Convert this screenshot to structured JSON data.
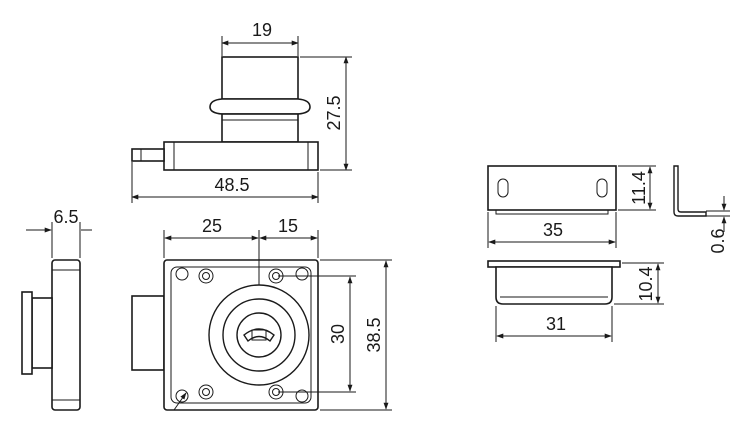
{
  "dimensions": {
    "top_width": "19",
    "top_height": "27.5",
    "top_length": "48.5",
    "side_thickness": "6.5",
    "front_left": "25",
    "front_right": "15",
    "front_inner_height": "30",
    "front_height": "38.5",
    "plate_height": "11.4",
    "plate_thickness": "0.6",
    "plate_length": "35",
    "strike_height": "10.4",
    "strike_length": "31"
  },
  "colors": {
    "line": "#1a1a1a",
    "background": "#ffffff"
  }
}
